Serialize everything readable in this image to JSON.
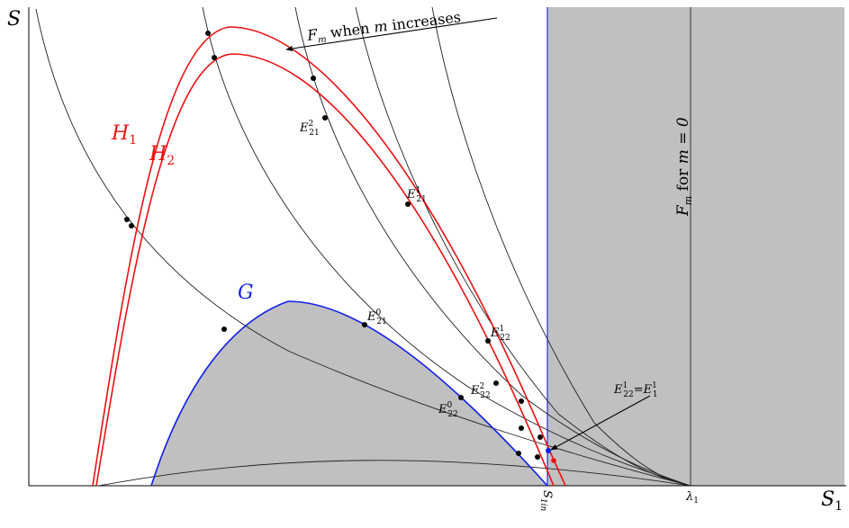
{
  "axes": {
    "y_label": "S",
    "x_label": "S",
    "x_label_sub": "1",
    "tick_s1in": "S",
    "tick_s1in_sub": "1in",
    "tick_lambda": "λ",
    "tick_lambda_sub": "1"
  },
  "curves": {
    "h1": "H",
    "h1_sub": "1",
    "h2": "H",
    "h2_sub": "2",
    "g": "G"
  },
  "annotations": {
    "fm_increase_a": "F",
    "fm_increase_a_sub": "m",
    "fm_increase_b": " when ",
    "fm_increase_c": "m",
    "fm_increase_d": " increases",
    "fm_zero_a": "F",
    "fm_zero_a_sub": "m",
    "fm_zero_b": " for ",
    "fm_zero_c": "m = 0",
    "equality_lhs": "E",
    "equality_lhs_sup": "1",
    "equality_lhs_sub": "22",
    "equality_eq": "=",
    "equality_rhs": "E",
    "equality_rhs_sup": "1",
    "equality_rhs_sub": "1"
  },
  "points": [
    {
      "name": "E",
      "sup": "2",
      "sub": "21"
    },
    {
      "name": "E",
      "sup": "1",
      "sub": "21"
    },
    {
      "name": "E",
      "sup": "0",
      "sub": "21"
    },
    {
      "name": "E",
      "sup": "1",
      "sub": "22"
    },
    {
      "name": "E",
      "sup": "2",
      "sub": "22"
    },
    {
      "name": "E",
      "sup": "0",
      "sub": "22"
    }
  ],
  "colors": {
    "h_curves": "#ee1111",
    "g_curve": "#1020ee",
    "shade": "#c0c0c0",
    "axes": "#000000"
  }
}
